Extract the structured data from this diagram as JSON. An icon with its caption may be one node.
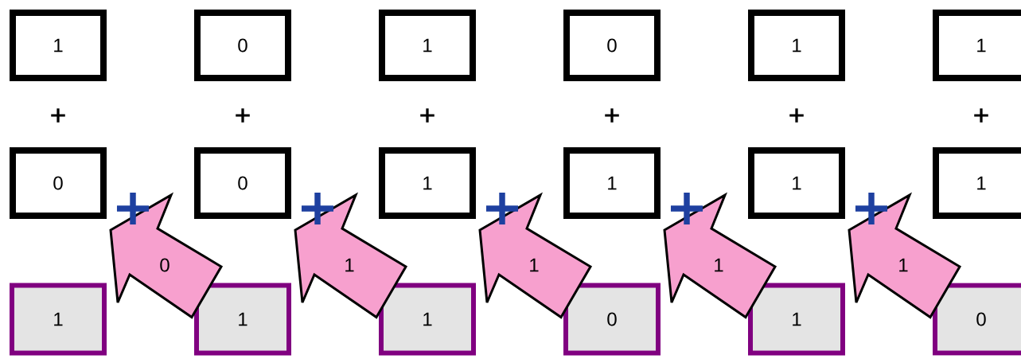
{
  "diagram": {
    "nodes": [
      {
        "text": [
          "1"
        ]
      },
      {
        "text": [
          "0"
        ]
      },
      {
        "text": [
          "1"
        ]
      },
      {
        "text": [
          "0"
        ]
      },
      {
        "text": [
          "1"
        ]
      },
      {
        "text": [
          "1"
        ]
      },
      {
        "text": [
          "0"
        ]
      },
      {
        "text": [
          "0"
        ]
      },
      {
        "text": [
          "1"
        ]
      },
      {
        "text": [
          "1"
        ]
      },
      {
        "text": [
          "1"
        ]
      },
      {
        "text": [
          "1"
        ]
      },
      {
        "text": [
          "1"
        ]
      },
      {
        "text": [
          "1"
        ]
      },
      {
        "text": [
          "1"
        ]
      },
      {
        "text": [
          "0"
        ]
      },
      {
        "text": [
          "1"
        ]
      },
      {
        "text": [
          "0"
        ]
      }
    ],
    "edges": [
      {
        "from": 13,
        "to": 6,
        "arrow": "to",
        "label": "0"
      },
      {
        "from": 14,
        "to": 7,
        "arrow": "to",
        "label": "1"
      },
      {
        "from": 15,
        "to": 8,
        "arrow": "to",
        "label": "1"
      },
      {
        "from": 16,
        "to": 9,
        "arrow": "to",
        "label": "1"
      },
      {
        "from": 17,
        "to": 10,
        "arrow": "to",
        "label": "1"
      }
    ],
    "labels": [
      "+",
      "+",
      "+",
      "+",
      "+",
      "+",
      "+",
      "+",
      "+",
      "+",
      "+"
    ]
  }
}
